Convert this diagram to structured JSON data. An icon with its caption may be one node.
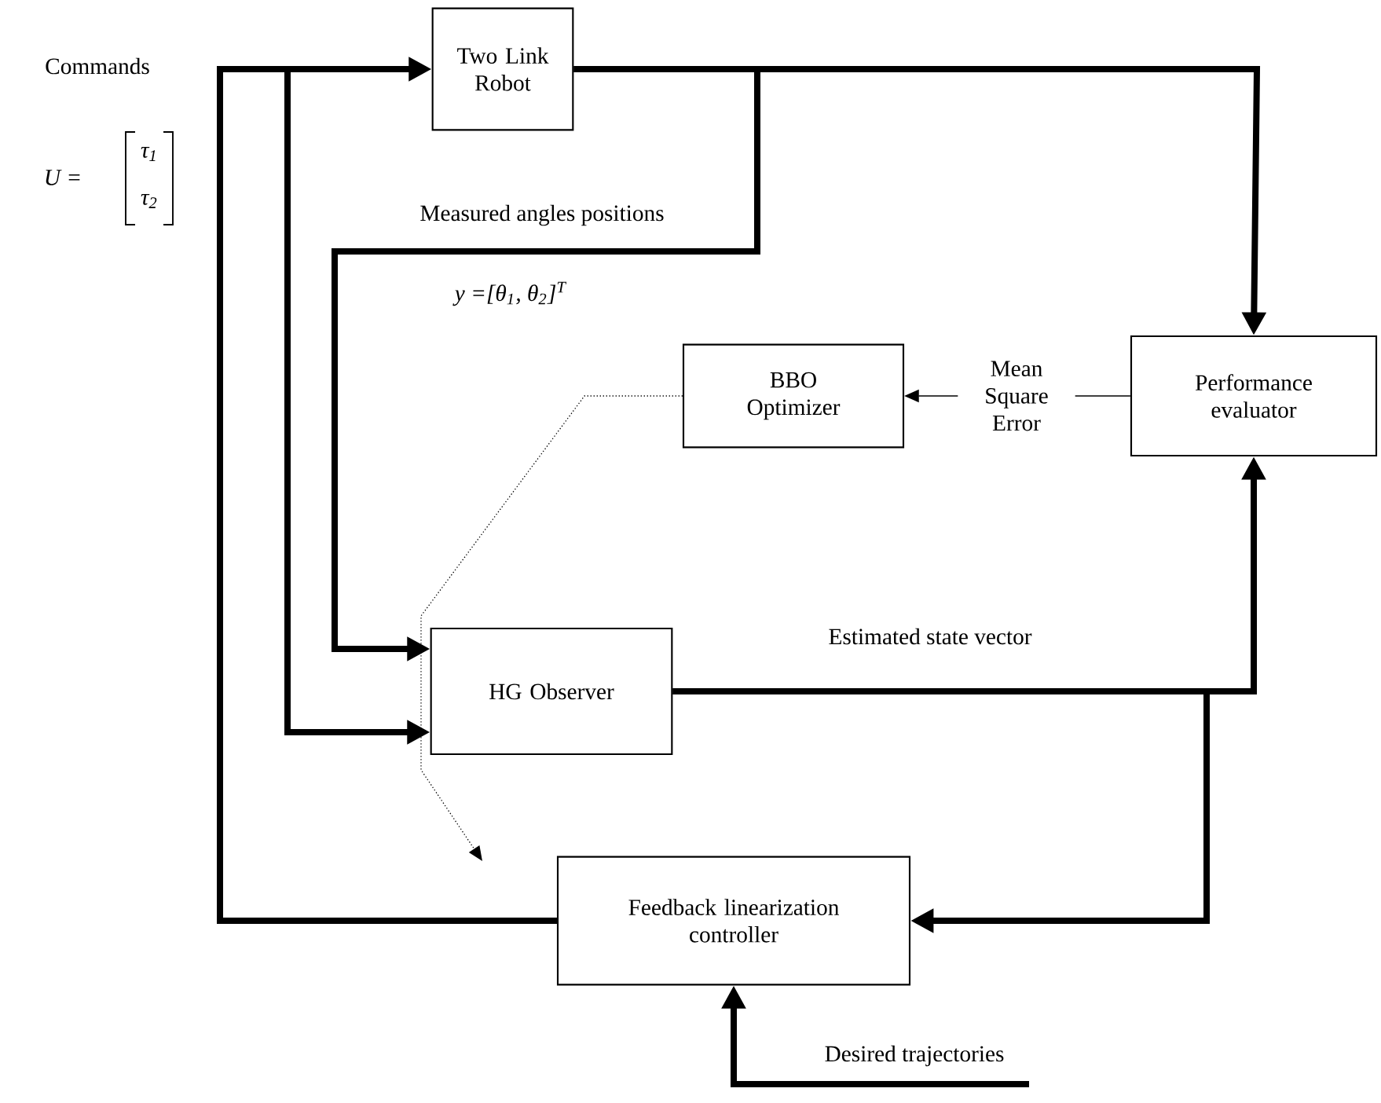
{
  "diagram": {
    "nodes": [
      {
        "text": [
          "Two Link Robot"
        ]
      },
      {
        "text": [
          "BBO Optimizer"
        ]
      },
      {
        "text": [
          "Performance evaluator"
        ]
      },
      {
        "text": [
          "HG Observer"
        ]
      },
      {
        "text": [
          "Feedback linearization controller"
        ]
      }
    ],
    "edges": [
      {
        "from": 0,
        "to": 2,
        "arrow": "to"
      },
      {
        "from": 0,
        "to": 3,
        "arrow": "to",
        "label": "Measured angles positions"
      },
      {
        "from": 4,
        "to": 0,
        "arrow": "to"
      },
      {
        "from": 4,
        "to": 3,
        "arrow": "to"
      },
      {
        "from": 2,
        "to": 1,
        "arrow": "to",
        "label": "Mean Square Error"
      },
      {
        "from": 1,
        "to": null,
        "arrow": "to",
        "style": "dashed"
      },
      {
        "from": 3,
        "to": 2,
        "arrow": "to",
        "label": "Estimated state vector"
      },
      {
        "from": 3,
        "to": 4,
        "arrow": "to"
      },
      {
        "from": null,
        "to": 4,
        "arrow": "to",
        "label": "Desired trajectories"
      }
    ],
    "labels": [
      "Commands",
      "U =",
      "τ$_{1}$",
      "τ$_{2}$",
      "y =[θ$_{1}$, θ$_{2}$]$^{T}$"
    ]
  }
}
